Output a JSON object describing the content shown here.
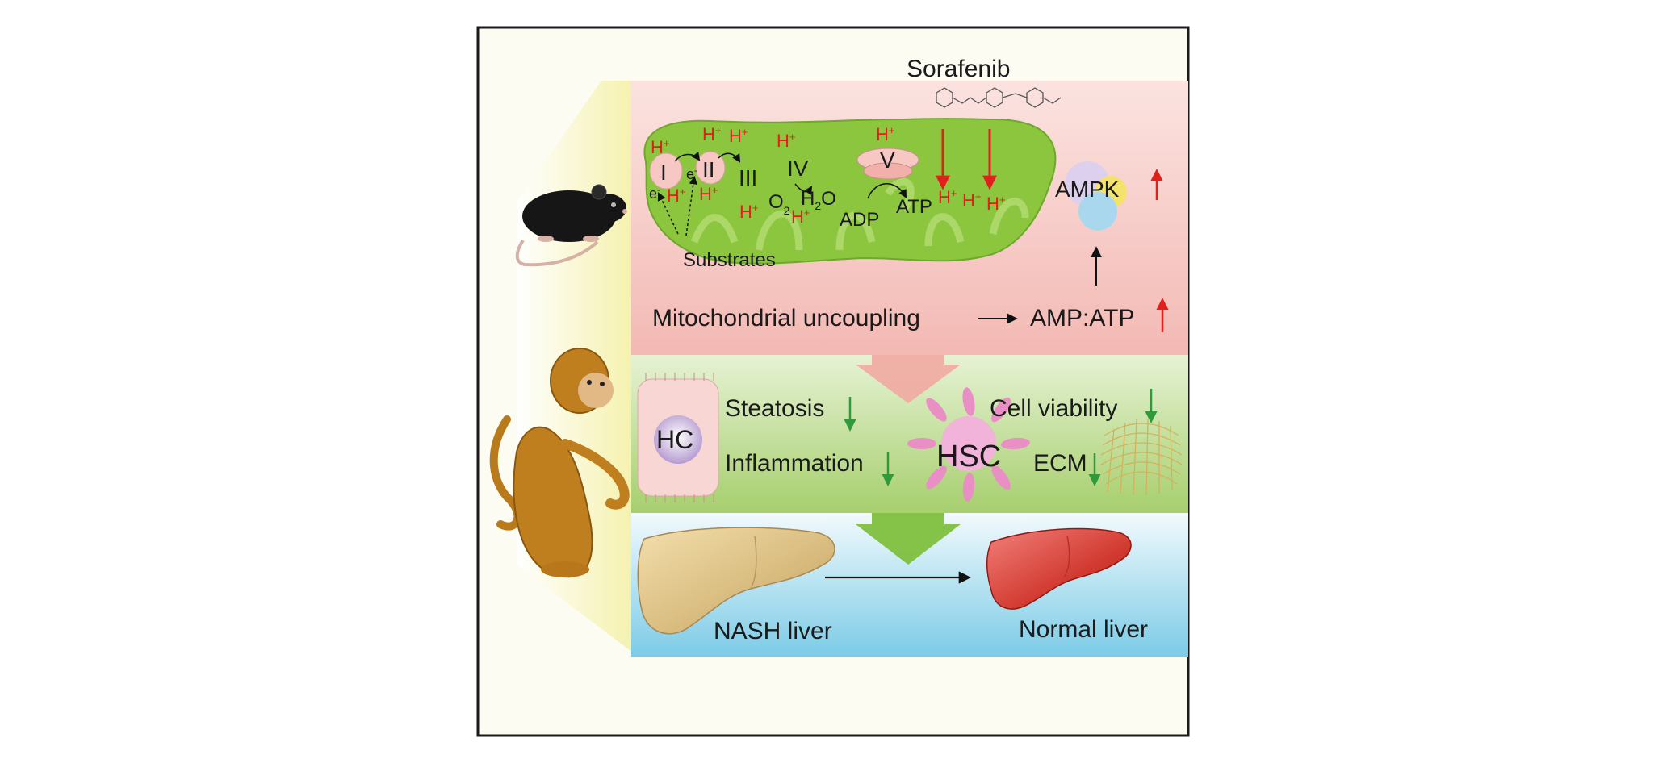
{
  "title": "Sorafenib",
  "mitochondria": {
    "complexes": [
      "I",
      "II",
      "III",
      "IV",
      "V"
    ],
    "proton": "H",
    "proton_charge": "+",
    "electron": "e",
    "electron_charge": "-",
    "oxygen": "O",
    "oxygen_sub": "2",
    "water_h": "H",
    "water_sub": "2",
    "water_o": "O",
    "adp": "ADP",
    "atp": "ATP",
    "substrates": "Substrates"
  },
  "ampk": "AMPK",
  "uncoupling": {
    "label": "Mitochondrial uncoupling",
    "result": "AMP:ATP"
  },
  "cells": {
    "hc": "HC",
    "hsc": "HSC",
    "steatosis": "Steatosis",
    "inflammation": "Inflammation",
    "cell_viability": "Cell viability",
    "ecm": "ECM"
  },
  "livers": {
    "nash": "NASH liver",
    "normal": "Normal liver"
  },
  "colors": {
    "frame": "#1a1a1a",
    "pink_band": "#f6c9c4",
    "green_band": "#b9d98c",
    "blue_band": "#8fd0e8",
    "mito_green": "#8cc63f",
    "red_arrow": "#e0201b",
    "green_arrow": "#2f9a3a"
  }
}
